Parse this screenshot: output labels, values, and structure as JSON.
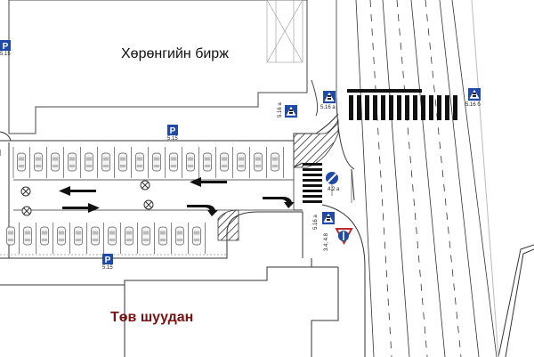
{
  "labels": {
    "building": "Хөрөнгийн бирж",
    "headquarters": "Төв шуудан"
  },
  "sign_codes": {
    "p1": "5.15",
    "p2": "5.15",
    "p3": "5.15",
    "ped1": "5.16 a",
    "ped2": "5.16 б",
    "ped3": "5.16 a",
    "ped4": "5.16 a",
    "direction": "4.2 a",
    "yield": "3.4; 4.8"
  },
  "colors": {
    "sign_blue": "#1f4aa8",
    "yield_red": "#c0282a",
    "headquarters_text": "#7a1212"
  }
}
